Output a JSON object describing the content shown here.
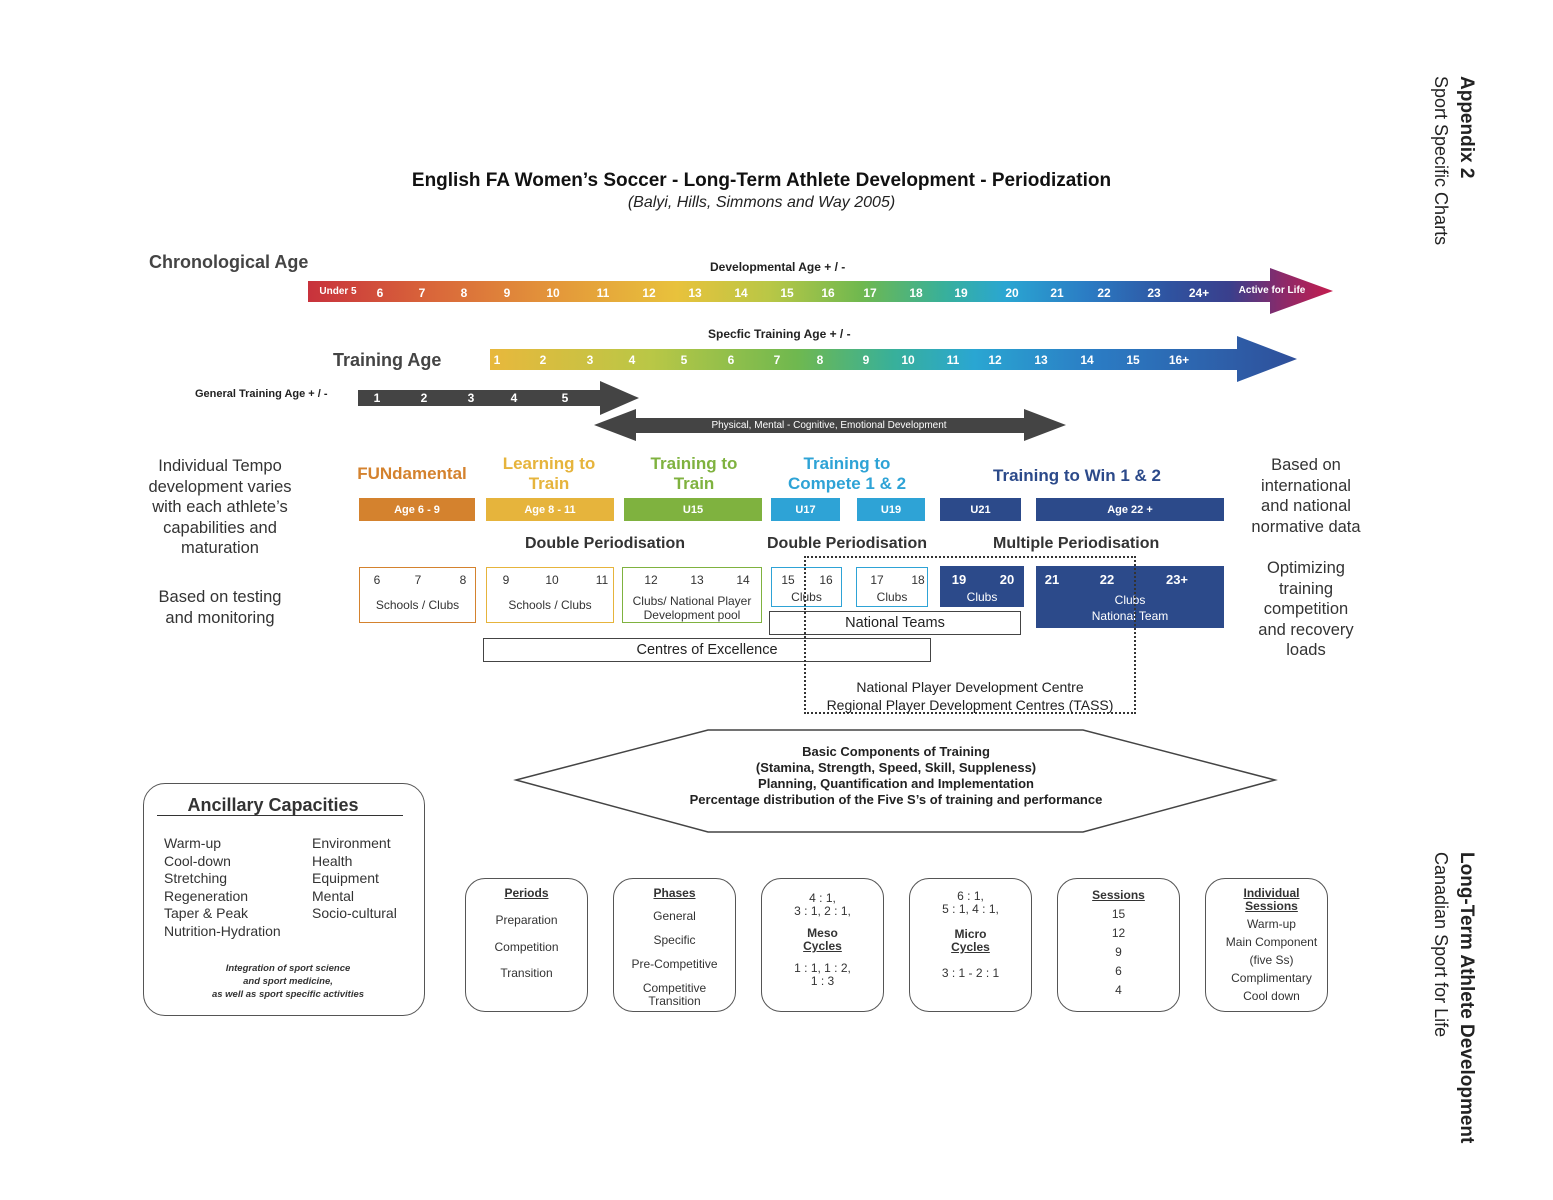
{
  "header": {
    "title": "English FA Women’s Soccer - Long-Term Athlete Development - Periodization",
    "subtitle": "(Balyi, Hills, Simmons and Way 2005)"
  },
  "side": {
    "appendix": "Appendix 2",
    "sport_specific": "Sport Specific Charts",
    "ltad": "Long-Term Athlete Development",
    "csfl": "Canadian Sport for Life"
  },
  "chronological": {
    "label": "Chronological Age",
    "dev_label": "Developmental Age + / -",
    "start": "Under 5",
    "ages": [
      "6",
      "7",
      "8",
      "9",
      "10",
      "11",
      "12",
      "13",
      "14",
      "15",
      "16",
      "17",
      "18",
      "19",
      "20",
      "21",
      "22",
      "23",
      "24+"
    ],
    "end": "Active for Life"
  },
  "training": {
    "label": "Training Age",
    "specific_label": "Specfic Training Age + / -",
    "ages": [
      "1",
      "2",
      "3",
      "4",
      "5",
      "6",
      "7",
      "8",
      "9",
      "10",
      "11",
      "12",
      "13",
      "14",
      "15",
      "16+"
    ]
  },
  "general": {
    "label": "General Training Age + / -",
    "ages": [
      "1",
      "2",
      "3",
      "4",
      "5"
    ]
  },
  "development": {
    "label": "Physical, Mental - Cognitive, Emotional Development"
  },
  "left_text": {
    "tempo": [
      "Individual Tempo",
      "development varies",
      "with each athlete’s",
      "capabilities and",
      "maturation"
    ],
    "testing": [
      "Based on testing",
      "and monitoring"
    ]
  },
  "right_text": {
    "based": [
      "Based on",
      "international",
      "and national",
      "normative data"
    ],
    "optimizing": [
      "Optimizing",
      "training",
      "competition",
      "and recovery",
      "loads"
    ]
  },
  "stages": [
    {
      "title": [
        "FUNdamental"
      ],
      "color": "#d4822e",
      "bars": [
        "Age 6 - 9"
      ]
    },
    {
      "title": [
        "Learning to",
        "Train"
      ],
      "color": "#e6b43c",
      "bars": [
        "Age 8 - 11"
      ]
    },
    {
      "title": [
        "Training to",
        "Train"
      ],
      "color": "#7fb23f",
      "bars": [
        "U15"
      ]
    },
    {
      "title": [
        "Training to",
        "Compete 1 & 2"
      ],
      "color": "#2ea3d6",
      "bars": [
        "U17",
        "U19"
      ]
    },
    {
      "title": [
        "Training to Win 1 & 2"
      ],
      "color": "#2c4a8a",
      "bars": [
        "U21",
        "Age 22 +"
      ]
    }
  ],
  "periodisation": [
    "Double Periodisation",
    "Double Periodisation",
    "Multiple Periodisation"
  ],
  "age_boxes": [
    {
      "ages": [
        "6",
        "7",
        "8"
      ],
      "label": [
        "Schools / Clubs"
      ],
      "color": "#d4822e"
    },
    {
      "ages": [
        "9",
        "10",
        "11"
      ],
      "label": [
        "Schools / Clubs"
      ],
      "color": "#e6b43c"
    },
    {
      "ages": [
        "12",
        "13",
        "14"
      ],
      "label": [
        "Clubs/ National Player",
        "Development pool"
      ],
      "color": "#7fb23f"
    },
    {
      "ages": [
        "15",
        "16"
      ],
      "label": [
        "Clubs"
      ],
      "color": "#2ea3d6"
    },
    {
      "ages": [
        "17",
        "18"
      ],
      "label": [
        "Clubs"
      ],
      "color": "#2ea3d6"
    },
    {
      "ages": [
        "19",
        "20"
      ],
      "label": [
        "Clubs"
      ],
      "color": "#2c4a8a"
    },
    {
      "ages": [
        "21",
        "22",
        "23+"
      ],
      "label": [
        "Clubs",
        "National Team"
      ],
      "color": "#2c4a8a"
    }
  ],
  "boxes": {
    "national_teams": "National Teams",
    "centres": "Centres of Excellence",
    "npdc": "National Player Development Centre",
    "rpdc": "Regional Player Development Centres (TASS)"
  },
  "basic": [
    "Basic Components of Training",
    "(Stamina, Strength, Speed, Skill, Suppleness)",
    "Planning, Quantification and Implementation",
    "Percentage distribution of the Five S’s of training and performance"
  ],
  "ancillary": {
    "title": "Ancillary Capacities",
    "col1": [
      "Warm-up",
      "Cool-down",
      "Stretching",
      "Regeneration",
      "Taper & Peak",
      "Nutrition-Hydration"
    ],
    "col2": [
      "Environment",
      "Health",
      "Equipment",
      "Mental",
      "Socio-cultural"
    ],
    "note": [
      "Integration of sport science",
      "and sport medicine,",
      "as well as sport specific activities"
    ]
  },
  "cycles": [
    {
      "head": "Periods",
      "items": [
        "Preparation",
        "Competition",
        "Transition"
      ]
    },
    {
      "head": "Phases",
      "items": [
        "General",
        "Specific",
        "Pre-Competitive",
        "Competitive",
        "Transition"
      ]
    },
    {
      "pre": [
        "4 : 1,",
        "3 : 1, 2 : 1,"
      ],
      "head": "Meso\nCycles",
      "post": [
        "1 : 1, 1 : 2,",
        "1 : 3"
      ]
    },
    {
      "pre": [
        "6 : 1,",
        "5 : 1, 4 : 1,"
      ],
      "head": "Micro\nCycles",
      "post": [
        "3 : 1 - 2 : 1"
      ]
    },
    {
      "head": "Sessions",
      "items": [
        "15",
        "12",
        "9",
        "6",
        "4"
      ]
    },
    {
      "head": "Individual\nSessions",
      "items": [
        "Warm-up",
        "Main Component",
        "(five Ss)",
        "Complimentary",
        "Cool down"
      ]
    }
  ],
  "colors": {
    "rainbow": [
      "#c8323c",
      "#d9663a",
      "#e49a3a",
      "#e8c23c",
      "#b9c746",
      "#6fb84f",
      "#38b09a",
      "#2aa6d2",
      "#2b7cc4",
      "#2f53a0",
      "#3a3f8c",
      "#8a2a6a",
      "#c51d4e"
    ],
    "dark": "#444444",
    "navy": "#2c4a8a"
  }
}
